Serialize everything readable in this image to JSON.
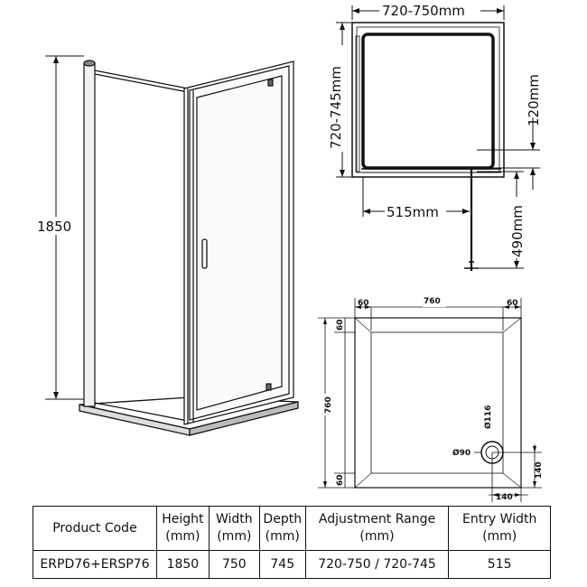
{
  "elevation": {
    "height_label": "1850"
  },
  "plan": {
    "width_label": "720-750mm",
    "depth_label": "720-745mm",
    "offset_label": "120mm",
    "opening_label": "515mm",
    "door_swing_label": "490mm"
  },
  "tray": {
    "top_width_label": "760",
    "top_left_label": "60",
    "top_right_label": "60",
    "left_height_label": "760",
    "left_top_label": "60",
    "left_bottom_label": "60",
    "waste_offset_label": "Ø116",
    "waste_diameter_label": "Ø90",
    "right_label": "140",
    "bottom_label": "140"
  },
  "table": {
    "headers": [
      [
        "Product Code"
      ],
      [
        "Height",
        "(mm)"
      ],
      [
        "Width",
        "(mm)"
      ],
      [
        "Depth",
        "(mm)"
      ],
      [
        "Adjustment Range",
        "(mm)"
      ],
      [
        "Entry Width",
        "(mm)"
      ]
    ],
    "row": [
      "ERPD76+ERSP76",
      "1850",
      "750",
      "745",
      "720-750 / 720-745",
      "515"
    ]
  }
}
